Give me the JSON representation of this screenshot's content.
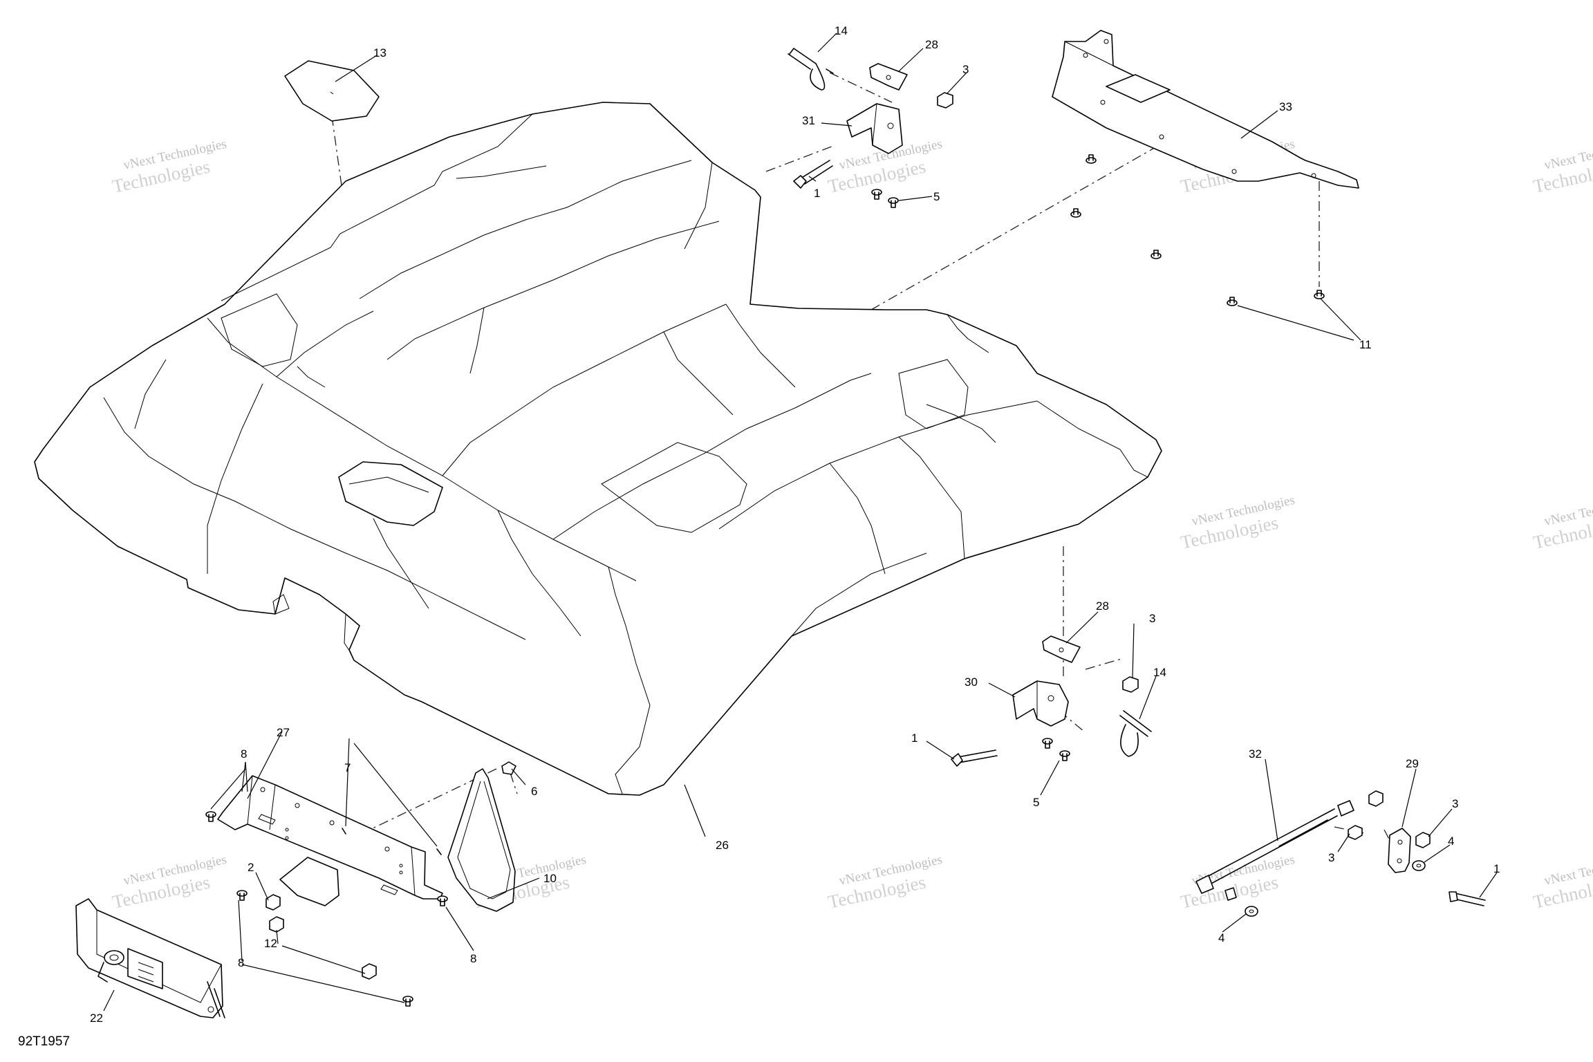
{
  "drawing_code": "92T1957",
  "watermark": {
    "line1": "vNext Technologies",
    "line2": "Technologies"
  },
  "callouts": {
    "c1a": "1",
    "c1b": "1",
    "c1c": "1",
    "c2": "2",
    "c3a": "3",
    "c3b": "3",
    "c3c": "3",
    "c3d": "3",
    "c4a": "4",
    "c4b": "4",
    "c5a": "5",
    "c5b": "5",
    "c6": "6",
    "c7": "7",
    "c8a": "8",
    "c8b": "8",
    "c8c": "8",
    "c10": "10",
    "c11": "11",
    "c12": "12",
    "c13": "13",
    "c14a": "14",
    "c14b": "14",
    "c22": "22",
    "c26": "26",
    "c27": "27",
    "c28a": "28",
    "c28b": "28",
    "c29": "29",
    "c30": "30",
    "c31": "31",
    "c32": "32",
    "c33": "33"
  }
}
